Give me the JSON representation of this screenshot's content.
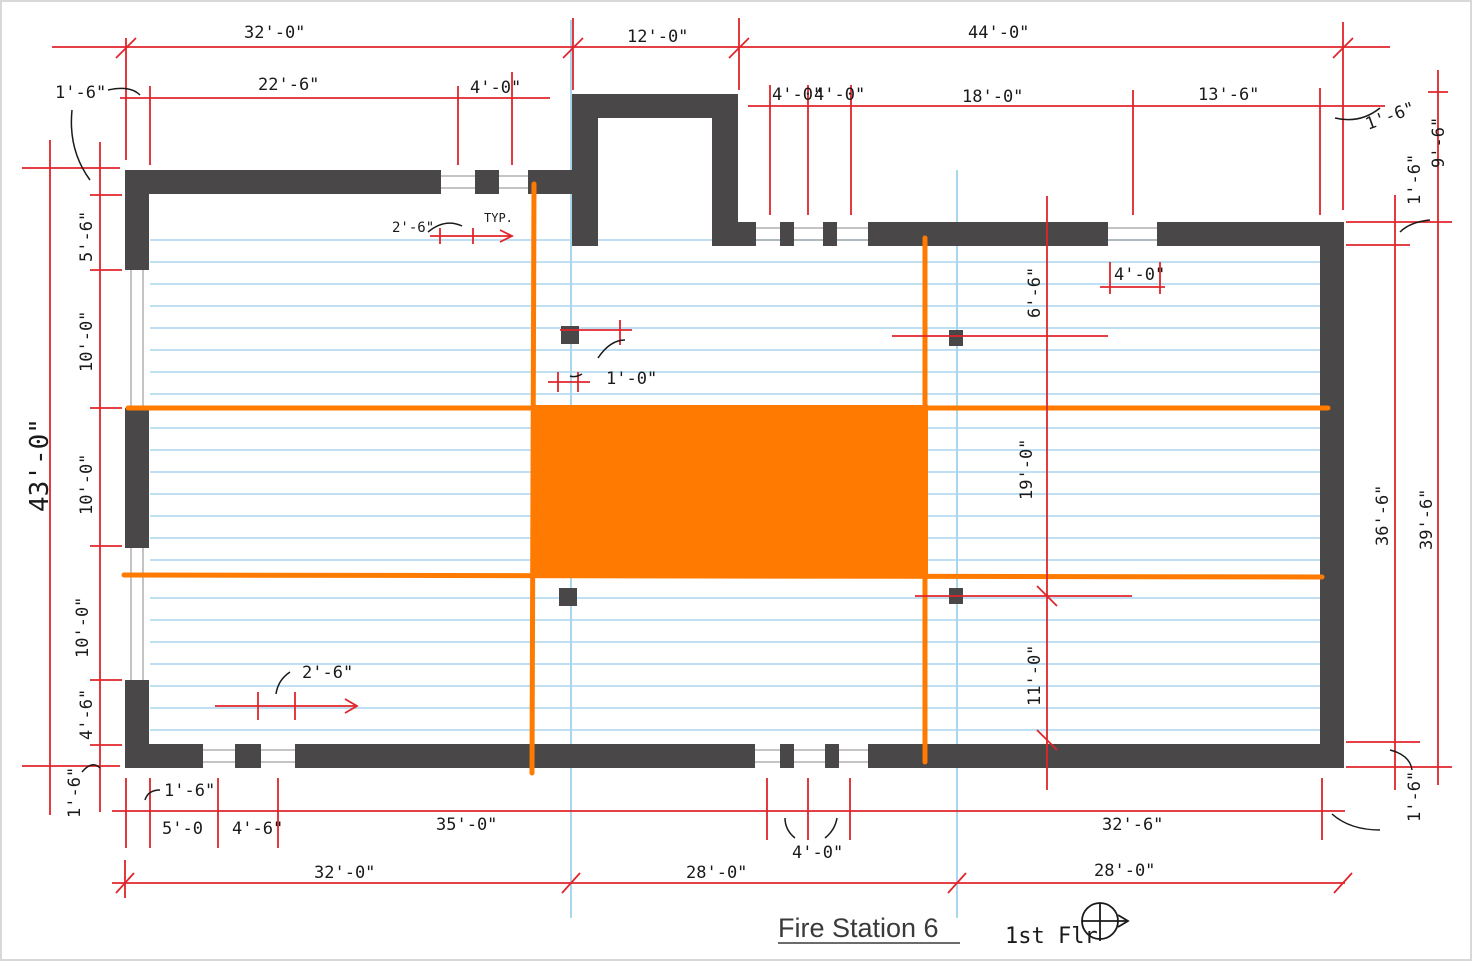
{
  "colors": {
    "wall": "#4a4748",
    "dimension": "#e0252b",
    "grid": "#a8d6ee",
    "beam": "#ff7a00",
    "text": "#1a1a1a"
  },
  "title": {
    "name": "Fire Station  6",
    "floor": "1st Flr"
  },
  "icons": {
    "north_arrow": "north-arrow-icon"
  },
  "dimensions": {
    "top_overall": [
      "32'-0\"",
      "12'-0\"",
      "44'-0\""
    ],
    "top_detail": [
      "1'-6\"",
      "22'-6\"",
      "4'-0\"",
      "4'-0\"",
      "4'-0\"",
      "18'-0\"",
      "13'-6\"",
      "1'-6\""
    ],
    "left": [
      "43'-0\"",
      "5'-6\"",
      "10'-0\"",
      "10'-0\"",
      "10'-0\"",
      "4'-6\"",
      "1'-6\""
    ],
    "right": [
      "1'-6\"",
      "9'-6\"",
      "36'-6\"",
      "39'-6\"",
      "1'-6\""
    ],
    "bottom_detail": [
      "1'-6\"",
      "5'-0",
      "4'-6\"",
      "35'-0\"",
      "4'-0\"",
      "32'-6\""
    ],
    "bottom_overall": [
      "32'-0\"",
      "28'-0\"",
      "28'-0\""
    ],
    "interior": [
      "2'-6\"",
      "TYP.",
      "1'-0\"",
      "6'-6\"",
      "4'-0\"",
      "19'-0\"",
      "11'-0\"",
      "2'-6\""
    ]
  }
}
